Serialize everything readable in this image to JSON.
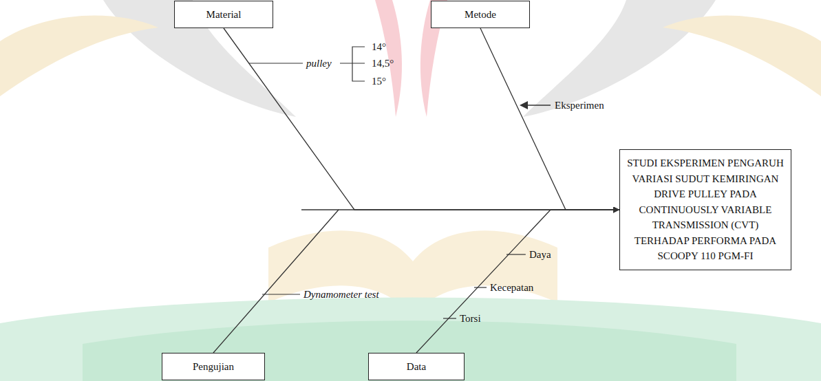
{
  "diagram": {
    "nodes": [
      {
        "text": [
          "Material"
        ]
      },
      {
        "text": [
          "Metode"
        ]
      },
      {
        "text": [
          "STUDI EKSPERIMEN PENGARUH VARIASI SUDUT KEMIRINGAN DRIVE PULLEY PADA CONTINUOUSLY VARIABLE TRANSMISSION (CVT) TERHADAP PERFORMA PADA SCOOPY 110 PGM-FI"
        ]
      },
      {
        "text": [
          "Pengujian"
        ]
      },
      {
        "text": [
          "Data"
        ]
      }
    ],
    "edges": [
      {
        "from": 0,
        "to": 2,
        "arrow": "to"
      },
      {
        "from": 1,
        "to": 2,
        "arrow": "to"
      },
      {
        "from": 3,
        "to": 2,
        "arrow": "to"
      },
      {
        "from": 4,
        "to": 2,
        "arrow": "to"
      }
    ],
    "labels": [
      "pulley",
      "14°",
      "14,5°",
      "15°",
      "Eksperimen",
      "Dynamometer test",
      "Daya",
      "Kecepatan",
      "Torsi"
    ]
  }
}
